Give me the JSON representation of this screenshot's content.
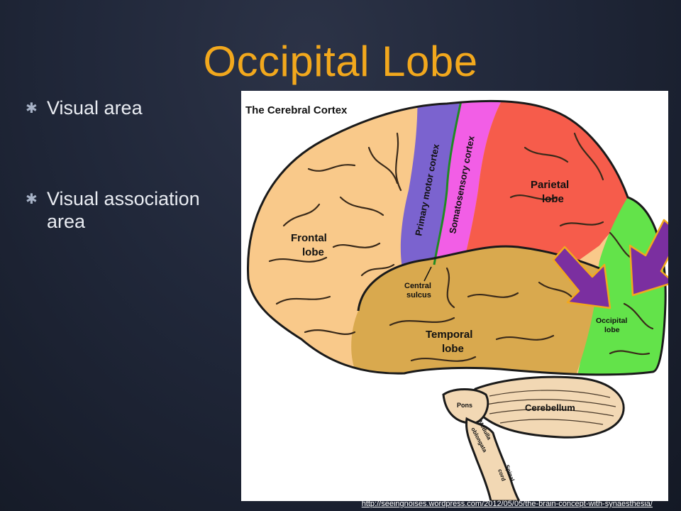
{
  "slide": {
    "title": "Occipital Lobe",
    "bullets": [
      "Visual area",
      "Visual association area"
    ],
    "bullet_marker": "✱",
    "credit": "http://seeingnoises.wordpress.com/2012/05/05/the-brain-concept-with-synaesthesia/"
  },
  "figure": {
    "title": "The Cerebral Cortex",
    "labels": {
      "frontal": [
        "Frontal",
        "lobe"
      ],
      "motor": "Primary motor cortex",
      "somato": "Somatosensory cortex",
      "parietal": [
        "Parietal",
        "lobe"
      ],
      "central": [
        "Central",
        "sulcus"
      ],
      "temporal": [
        "Temporal",
        "lobe"
      ],
      "occipital": [
        "Occipital",
        "lobe"
      ],
      "cerebellum": "Cerebellum",
      "pons": "Pons",
      "medulla": [
        "Medulla",
        "oblongata"
      ],
      "spinal": [
        "Spinal",
        "cord"
      ]
    },
    "colors": {
      "frontal": "#f9c98a",
      "motor": "#7b63cf",
      "somato": "#f25ee6",
      "parietal": "#f65c4b",
      "temporal": "#d9a94e",
      "occipital": "#63e34a",
      "cerebellum": "#f2d8b4",
      "arrow": "#7b2fa0",
      "arrow_outline": "#f2a81d"
    }
  }
}
